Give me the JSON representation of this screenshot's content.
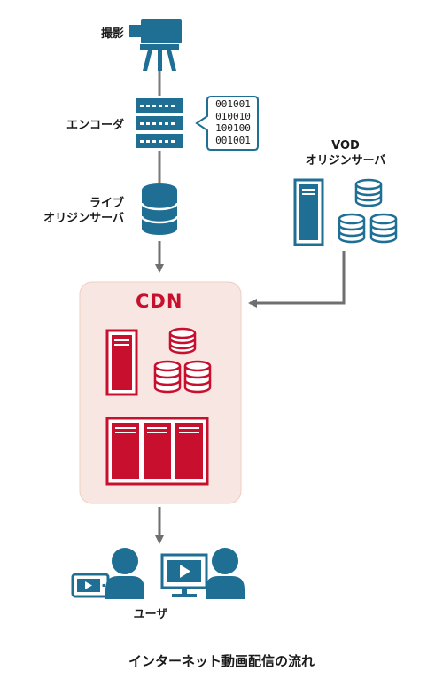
{
  "labels": {
    "camera": "撮影",
    "encoder": "エンコーダ",
    "live_origin_line1": "ライブ",
    "live_origin_line2": "オリジンサーバ",
    "vod_line1": "VOD",
    "vod_line2": "オリジンサーバ",
    "cdn": "CDN",
    "user": "ユーザ"
  },
  "binary_lines": [
    "001001",
    "010010",
    "100100",
    "001001"
  ],
  "caption": "インターネット動画配信の流れ",
  "colors": {
    "blue": "#1f6f95",
    "red": "#c8102e",
    "cdn_bg": "#f7e6e1",
    "cdn_border": "#efcdc4",
    "arrow": "#6f6f6f"
  },
  "icons": {
    "camera": "video-camera-icon",
    "encoder": "encoder-rack-icon",
    "live_origin": "database-icon",
    "vod_server": "server-tower-icon",
    "vod_db": "database-stack-icon",
    "cdn_server": "server-tower-icon",
    "cdn_db": "database-stack-icon",
    "cdn_rack": "server-rack-icon",
    "tablet": "tablet-video-icon",
    "monitor": "monitor-video-icon",
    "users": "user-silhouette-icon"
  }
}
